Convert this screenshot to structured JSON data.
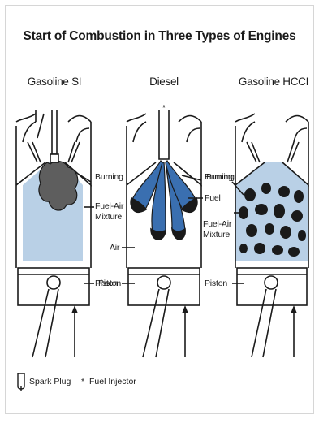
{
  "title": "Start of Combustion in Three Types of Engines",
  "engines": [
    {
      "name": "Gasoline SI",
      "labels": [
        "Burning",
        "Fuel-Air",
        "Mixture",
        "Piston"
      ]
    },
    {
      "name": "Diesel",
      "labels": [
        "Burning",
        "Fuel",
        "Air",
        "Piston"
      ]
    },
    {
      "name": "Gasoline HCCI",
      "labels": [
        "Burning",
        "Fuel-Air",
        "Mixture",
        "Piston"
      ]
    }
  ],
  "legend": {
    "spark_plug": "Spark Plug",
    "fuel_injector": "Fuel Injector",
    "spark_plug_icon": "spark-plug-icon",
    "fuel_injector_icon": "asterisk-icon"
  },
  "colors": {
    "mixture_blue": "#b9d0e6",
    "fuel_blue": "#3a6fb0",
    "burning_gray": "#5e5e5e",
    "outline": "#1a1a1a",
    "frame_border": "#d6d6d6"
  }
}
